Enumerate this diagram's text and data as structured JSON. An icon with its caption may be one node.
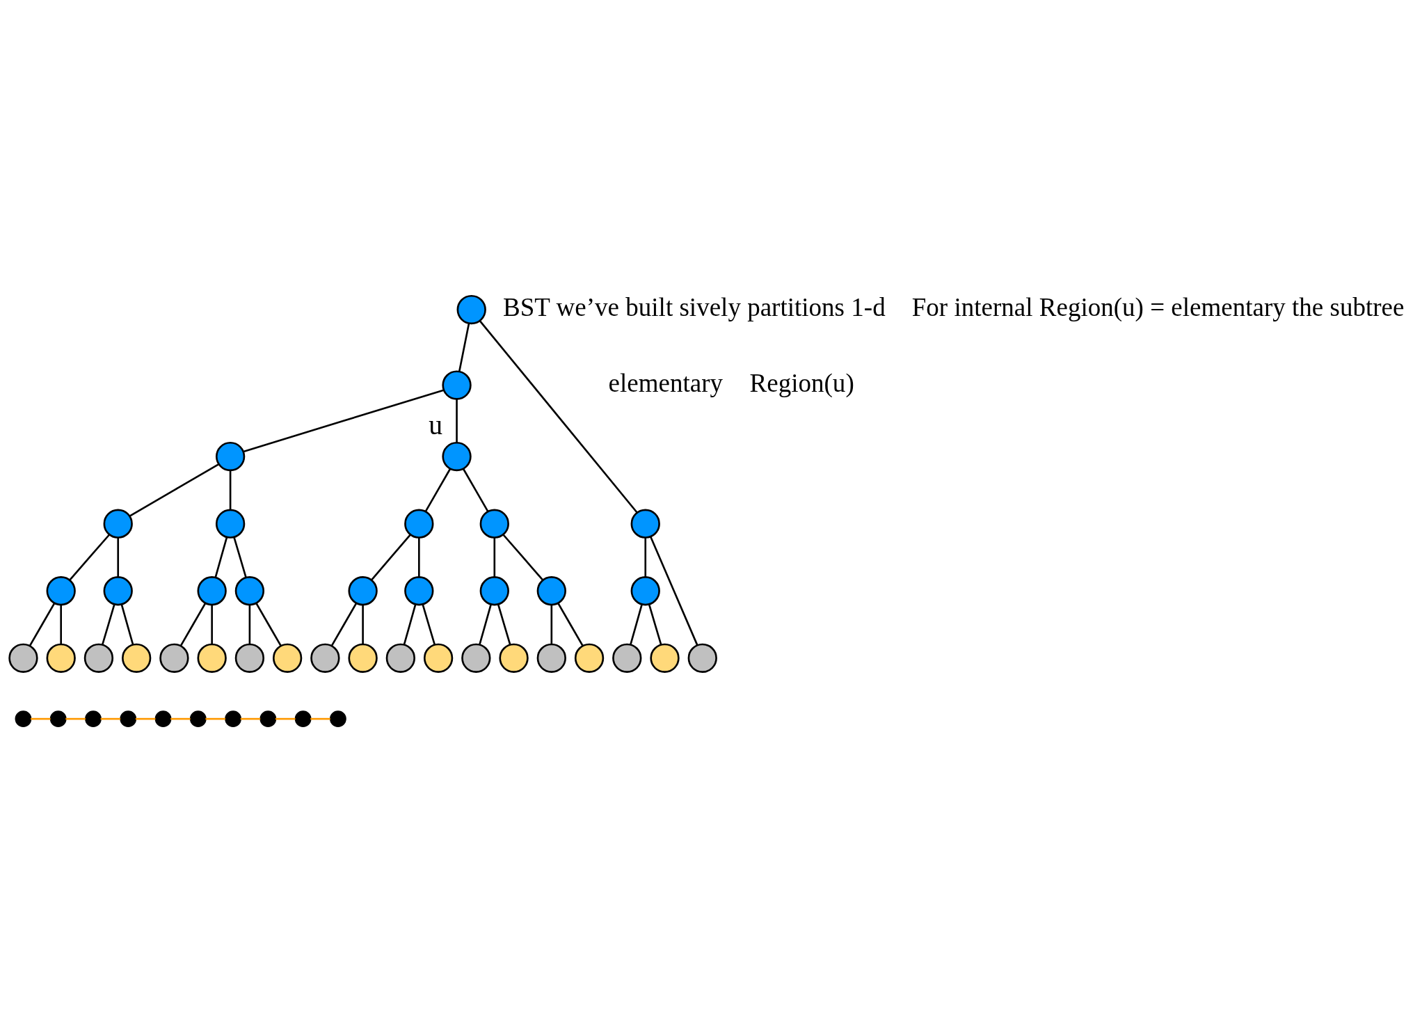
{
  "diagram": {
    "nodes": [
      {
        "text": [],
        "shape": "circle"
      },
      {
        "text": [],
        "shape": "circle"
      },
      {
        "text": [],
        "shape": "circle"
      },
      {
        "text": [],
        "shape": "circle",
        "beside": [
          "u"
        ]
      },
      {
        "text": [],
        "shape": "circle"
      },
      {
        "text": [],
        "shape": "circle"
      },
      {
        "text": [],
        "shape": "circle"
      },
      {
        "text": [],
        "shape": "circle"
      },
      {
        "text": [],
        "shape": "circle"
      },
      {
        "text": [],
        "shape": "circle"
      },
      {
        "text": [],
        "shape": "circle"
      },
      {
        "text": [],
        "shape": "circle"
      },
      {
        "text": [],
        "shape": "circle"
      },
      {
        "text": [],
        "shape": "circle"
      },
      {
        "text": [],
        "shape": "circle"
      },
      {
        "text": [],
        "shape": "circle"
      },
      {
        "text": [],
        "shape": "circle"
      },
      {
        "text": [],
        "shape": "circle"
      },
      {
        "text": [],
        "shape": "circle"
      },
      {
        "text": [],
        "shape": "circle"
      },
      {
        "text": [],
        "shape": "circle"
      },
      {
        "text": [],
        "shape": "circle"
      },
      {
        "text": [],
        "shape": "circle"
      },
      {
        "text": [],
        "shape": "circle"
      },
      {
        "text": [],
        "shape": "circle"
      },
      {
        "text": [],
        "shape": "circle"
      },
      {
        "text": [],
        "shape": "circle"
      },
      {
        "text": [],
        "shape": "circle"
      },
      {
        "text": [],
        "shape": "circle"
      },
      {
        "text": [],
        "shape": "circle"
      },
      {
        "text": [],
        "shape": "circle"
      },
      {
        "text": [],
        "shape": "circle"
      },
      {
        "text": [],
        "shape": "circle"
      },
      {
        "text": [],
        "shape": "circle"
      },
      {
        "text": [],
        "shape": "circle"
      },
      {
        "text": [],
        "shape": "circle"
      },
      {
        "text": [],
        "shape": "circle"
      },
      {
        "text": [],
        "shape": "circle"
      },
      {
        "text": [],
        "shape": "circle"
      },
      {
        "text": [],
        "shape": "circle"
      },
      {
        "text": [],
        "shape": "circle"
      },
      {
        "text": [],
        "shape": "circle"
      },
      {
        "text": [],
        "shape": "circle"
      },
      {
        "text": [],
        "shape": "circle"
      },
      {
        "text": [],
        "shape": "circle"
      },
      {
        "text": [],
        "shape": "circle"
      },
      {
        "text": [],
        "shape": "circle"
      }
    ],
    "edges": [
      {
        "from": 0,
        "to": 1,
        "arrow": "none"
      },
      {
        "from": 0,
        "to": 8,
        "arrow": "none"
      },
      {
        "from": 1,
        "to": 2,
        "arrow": "none"
      },
      {
        "from": 1,
        "to": 3,
        "arrow": "none"
      },
      {
        "from": 2,
        "to": 4,
        "arrow": "none"
      },
      {
        "from": 2,
        "to": 5,
        "arrow": "none"
      },
      {
        "from": 3,
        "to": 6,
        "arrow": "none"
      },
      {
        "from": 3,
        "to": 7,
        "arrow": "none"
      },
      {
        "from": 4,
        "to": 9,
        "arrow": "none"
      },
      {
        "from": 4,
        "to": 10,
        "arrow": "none"
      },
      {
        "from": 5,
        "to": 11,
        "arrow": "none"
      },
      {
        "from": 5,
        "to": 12,
        "arrow": "none"
      },
      {
        "from": 6,
        "to": 13,
        "arrow": "none"
      },
      {
        "from": 6,
        "to": 14,
        "arrow": "none"
      },
      {
        "from": 7,
        "to": 15,
        "arrow": "none"
      },
      {
        "from": 7,
        "to": 16,
        "arrow": "none"
      },
      {
        "from": 8,
        "to": 17,
        "arrow": "none"
      },
      {
        "from": 8,
        "to": 36,
        "arrow": "none"
      },
      {
        "from": 9,
        "to": 18,
        "arrow": "none"
      },
      {
        "from": 9,
        "to": 19,
        "arrow": "none"
      },
      {
        "from": 10,
        "to": 20,
        "arrow": "none"
      },
      {
        "from": 10,
        "to": 21,
        "arrow": "none"
      },
      {
        "from": 11,
        "to": 22,
        "arrow": "none"
      },
      {
        "from": 11,
        "to": 23,
        "arrow": "none"
      },
      {
        "from": 12,
        "to": 24,
        "arrow": "none"
      },
      {
        "from": 12,
        "to": 25,
        "arrow": "none"
      },
      {
        "from": 13,
        "to": 26,
        "arrow": "none"
      },
      {
        "from": 13,
        "to": 27,
        "arrow": "none"
      },
      {
        "from": 14,
        "to": 28,
        "arrow": "none"
      },
      {
        "from": 14,
        "to": 29,
        "arrow": "none"
      },
      {
        "from": 15,
        "to": 30,
        "arrow": "none"
      },
      {
        "from": 15,
        "to": 31,
        "arrow": "none"
      },
      {
        "from": 16,
        "to": 32,
        "arrow": "none"
      },
      {
        "from": 16,
        "to": 33,
        "arrow": "none"
      },
      {
        "from": 17,
        "to": 34,
        "arrow": "none"
      },
      {
        "from": 17,
        "to": 35,
        "arrow": "none"
      },
      {
        "from": 37,
        "to": 38,
        "arrow": "none",
        "color": "#ff9900"
      },
      {
        "from": 38,
        "to": 39,
        "arrow": "none",
        "color": "#ff9900"
      },
      {
        "from": 39,
        "to": 40,
        "arrow": "none",
        "color": "#ff9900"
      },
      {
        "from": 40,
        "to": 41,
        "arrow": "none",
        "color": "#ff9900"
      },
      {
        "from": 41,
        "to": 42,
        "arrow": "none",
        "color": "#ff9900"
      },
      {
        "from": 42,
        "to": 43,
        "arrow": "none",
        "color": "#ff9900"
      },
      {
        "from": 43,
        "to": 44,
        "arrow": "none",
        "color": "#ff9900"
      },
      {
        "from": 44,
        "to": 45,
        "arrow": "none",
        "color": "#ff9900"
      },
      {
        "from": 45,
        "to": 46,
        "arrow": "none",
        "color": "#ff9900"
      }
    ],
    "labels": [
      "BST we’ve built sively partitions 1-d",
      "elementary",
      "For internal Region(u) = elementary the subtree",
      "Region(u)"
    ]
  }
}
